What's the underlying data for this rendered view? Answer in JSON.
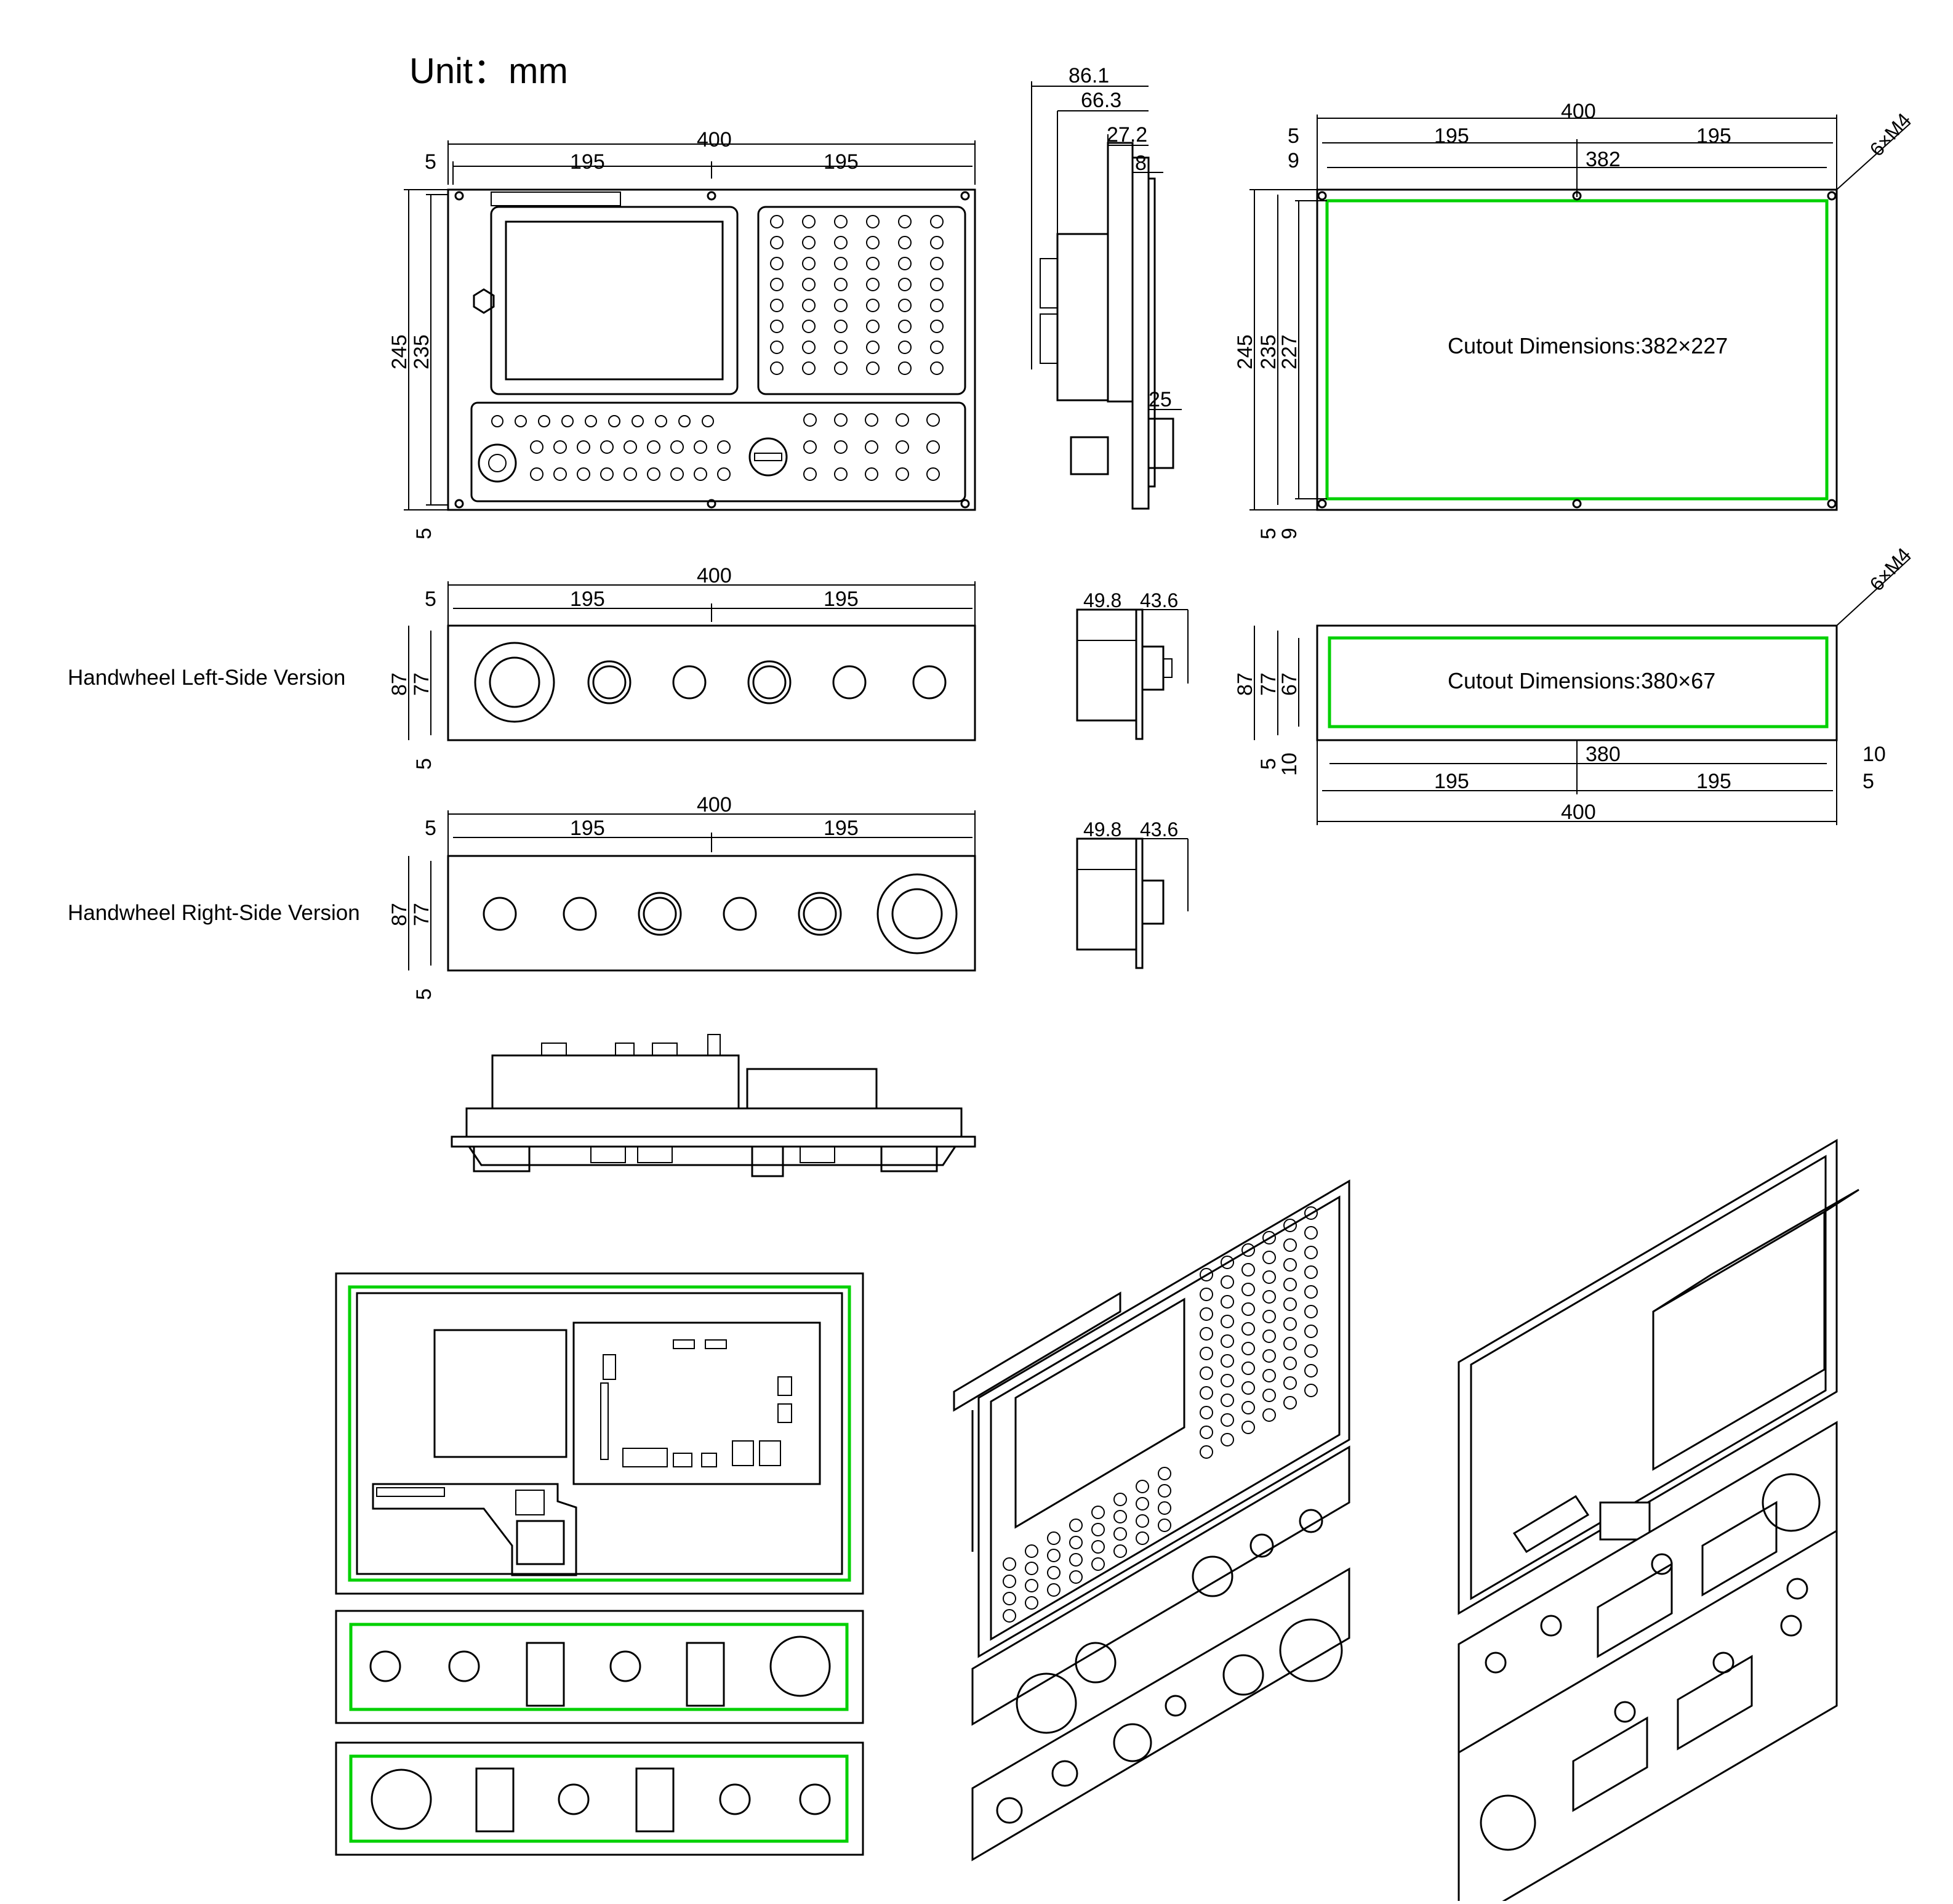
{
  "unit_label": "Unit：mm",
  "front_view": {
    "dims_top": {
      "total": "400",
      "left": "195",
      "right": "195",
      "edge": "5"
    },
    "dims_left": {
      "outer": "245",
      "inner": "235",
      "bottom": "5"
    }
  },
  "side_view": {
    "dims": [
      "86.1",
      "66.3",
      "27.2",
      "8",
      "25"
    ]
  },
  "main_cutout": {
    "label": "Cutout Dimensions:382×227",
    "dims_top": {
      "total": "400",
      "left": "195",
      "right": "195",
      "inner": "382",
      "edge1": "5",
      "edge2": "9"
    },
    "dims_left": {
      "outer": "245",
      "inner": "235",
      "cut": "227",
      "b1": "5",
      "b2": "9"
    },
    "holes": "6×M4"
  },
  "handwheel_left": {
    "label": "Handwheel Left-Side Version",
    "dims_top": {
      "total": "400",
      "left": "195",
      "right": "195",
      "edge": "5"
    },
    "dims_left": {
      "outer": "87",
      "inner": "77",
      "bottom": "5"
    },
    "side_dims": [
      "49.8",
      "43.6"
    ]
  },
  "handwheel_right": {
    "label": "Handwheel Right-Side Version",
    "dims_top": {
      "total": "400",
      "left": "195",
      "right": "195",
      "edge": "5"
    },
    "dims_left": {
      "outer": "87",
      "inner": "77",
      "bottom": "5"
    },
    "side_dims": [
      "49.8",
      "43.6"
    ]
  },
  "strip_cutout": {
    "label": "Cutout Dimensions:380×67",
    "holes": "6×M4",
    "dims_left": {
      "outer": "87",
      "inner": "77",
      "cut": "67",
      "b1": "5",
      "b2": "10"
    },
    "dims_bottom": {
      "inner": "380",
      "left": "195",
      "right": "195",
      "total": "400",
      "r1": "10",
      "r2": "5"
    }
  }
}
